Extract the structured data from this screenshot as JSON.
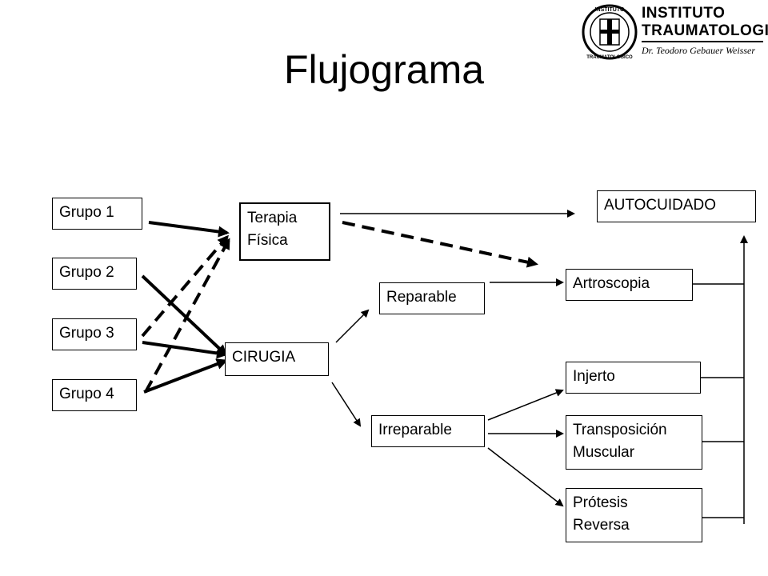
{
  "title": "Flujograma",
  "logo": {
    "line1": "INSTITUTO",
    "line2": "TRAUMATOLOGICO",
    "line3": "Dr. Teodoro Gebauer Weisser",
    "seal_text": "INSTITUTO TRAUMATOLOGICO"
  },
  "groups": [
    "Grupo 1",
    "Grupo 2",
    "Grupo 3",
    "Grupo 4"
  ],
  "treatments": {
    "therapy": [
      "Terapia",
      "Física"
    ],
    "surgery": "CIRUGIA"
  },
  "lesions": {
    "reparable": "Reparable",
    "irreparable": "Irreparable"
  },
  "outcomes": {
    "selfcare": "AUTOCUIDADO",
    "arthroscopy": "Artroscopia",
    "graft": "Injerto",
    "transposition": [
      "Transposición",
      "Muscular"
    ],
    "prosthesis": [
      "Prótesis",
      "Reversa"
    ]
  }
}
